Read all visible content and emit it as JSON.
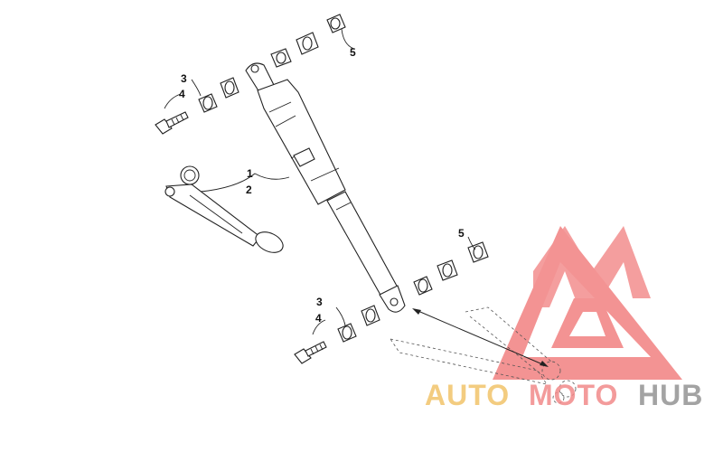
{
  "diagram": {
    "callouts": {
      "upper_left": {
        "line1": "3",
        "line2": "4"
      },
      "shock": {
        "line1": "1",
        "line2": "2"
      },
      "upper_right": {
        "line1": "5"
      },
      "lower_right": {
        "line1": "5"
      },
      "lower_left": {
        "line1": "3",
        "line2": "4"
      }
    }
  },
  "watermark": {
    "part1": "AUTO",
    "part2": "MOTO",
    "part3": "HUB",
    "colors": {
      "auto": "#f2c46a",
      "moto": "#f28a8a",
      "hub": "#9a9a9a",
      "triangle": "#f07070"
    }
  }
}
